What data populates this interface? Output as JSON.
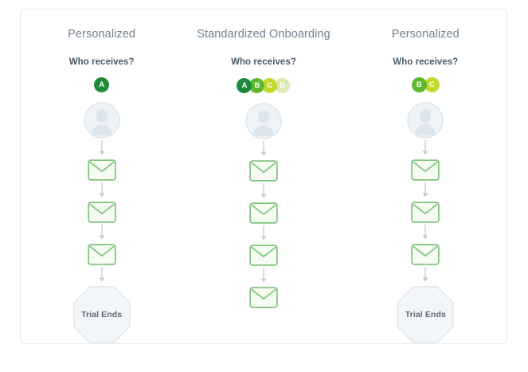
{
  "card": {
    "background": "#ffffff",
    "border_color": "#e7eaee"
  },
  "palette": {
    "badge_a_dark": "#1f8a3b",
    "badge_b_green": "#5cb82e",
    "badge_c_yellow_green": "#c3d92a",
    "badge_d_pale": "#dbe9b4",
    "envelope_stroke": "#7ec67a",
    "envelope_fill": "#f6fbf4",
    "avatar_stroke": "#dfe6ec",
    "avatar_fill": "#eef3f7",
    "arrow_color": "#c3ccd4",
    "octagon_fill": "#f2f6f9",
    "octagon_stroke": "#dde5ec",
    "title_color": "#71808f",
    "label_color": "#4a5a6a",
    "octagon_text_color": "#5c6b7a"
  },
  "columns": [
    {
      "title": "Personalized",
      "who_label": "Who receives?",
      "badges": [
        {
          "letter": "A",
          "color": "#1f8a3b"
        }
      ],
      "avatar_icon": "person-avatar-icon",
      "steps": [
        {
          "type": "envelope",
          "icon": "envelope-icon"
        },
        {
          "type": "envelope",
          "icon": "envelope-icon"
        },
        {
          "type": "envelope",
          "icon": "envelope-icon"
        }
      ],
      "end_node": {
        "label": "Trial Ends",
        "shape": "octagon"
      }
    },
    {
      "title": "Standardized Onboarding",
      "who_label": "Who receives?",
      "badges": [
        {
          "letter": "A",
          "color": "#1f8a3b"
        },
        {
          "letter": "B",
          "color": "#5cb82e"
        },
        {
          "letter": "C",
          "color": "#c3d92a"
        },
        {
          "letter": "D",
          "color": "#dbe9b4"
        }
      ],
      "avatar_icon": "person-avatar-icon",
      "steps": [
        {
          "type": "envelope",
          "icon": "envelope-icon"
        },
        {
          "type": "envelope",
          "icon": "envelope-icon"
        },
        {
          "type": "envelope",
          "icon": "envelope-icon"
        },
        {
          "type": "envelope",
          "icon": "envelope-icon"
        }
      ],
      "end_node": null
    },
    {
      "title": "Personalized",
      "who_label": "Who receives?",
      "badges": [
        {
          "letter": "B",
          "color": "#5cb82e"
        },
        {
          "letter": "C",
          "color": "#c3d92a"
        }
      ],
      "avatar_icon": "person-avatar-icon",
      "steps": [
        {
          "type": "envelope",
          "icon": "envelope-icon"
        },
        {
          "type": "envelope",
          "icon": "envelope-icon"
        },
        {
          "type": "envelope",
          "icon": "envelope-icon"
        }
      ],
      "end_node": {
        "label": "Trial Ends",
        "shape": "octagon"
      }
    }
  ]
}
